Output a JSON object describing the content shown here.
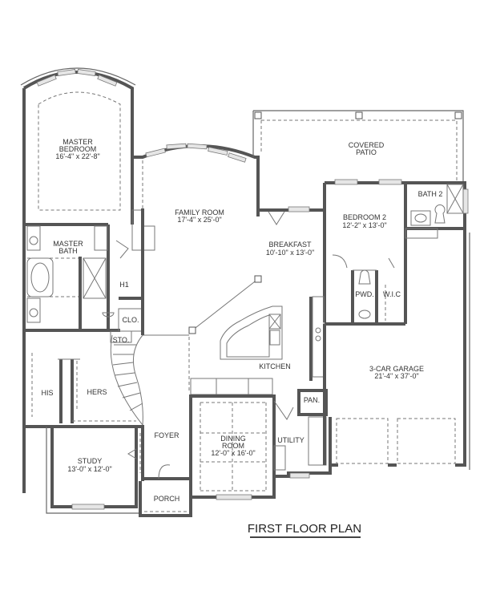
{
  "plan": {
    "title": "FIRST FLOOR PLAN"
  },
  "rooms": {
    "master_bedroom": {
      "name_line1": "MASTER",
      "name_line2": "BEDROOM",
      "dims": "16'-4\" x 22'-8\""
    },
    "family_room": {
      "name": "FAMILY ROOM",
      "dims": "17'-4\" x 25'-0\""
    },
    "covered_patio": {
      "name_line1": "COVERED",
      "name_line2": "PATIO"
    },
    "bath_2": {
      "name": "BATH 2"
    },
    "bedroom_2": {
      "name": "BEDROOM 2",
      "dims": "12'-2\" x 13'-0\""
    },
    "breakfast": {
      "name": "BREAKFAST",
      "dims": "10'-10\" x 13'-0\""
    },
    "master_bath": {
      "name_line1": "MASTER",
      "name_line2": "BATH"
    },
    "h1": {
      "name": "H1"
    },
    "pwd": {
      "name": "PWD."
    },
    "wic": {
      "name": "W.I.C"
    },
    "clo": {
      "name": "CLO."
    },
    "sto": {
      "name": "STO."
    },
    "kitchen": {
      "name": "KITCHEN"
    },
    "his": {
      "name": "HIS"
    },
    "hers": {
      "name": "HERS"
    },
    "three_car_garage": {
      "name": "3-CAR GARAGE",
      "dims": "21'-4\" x 37'-0\""
    },
    "pantry": {
      "name": "PAN."
    },
    "foyer": {
      "name": "FOYER"
    },
    "dining_room": {
      "name_line1": "DINING",
      "name_line2": "ROOM",
      "dims": "12'-0\" x 16'-0\""
    },
    "utility": {
      "name": "UTILITY"
    },
    "study": {
      "name": "STUDY",
      "dims": "13'-0\" x 12'-0\""
    },
    "porch": {
      "name": "PORCH"
    }
  },
  "colors": {
    "wall": "#555555",
    "background": "#ffffff",
    "text": "#333333"
  }
}
